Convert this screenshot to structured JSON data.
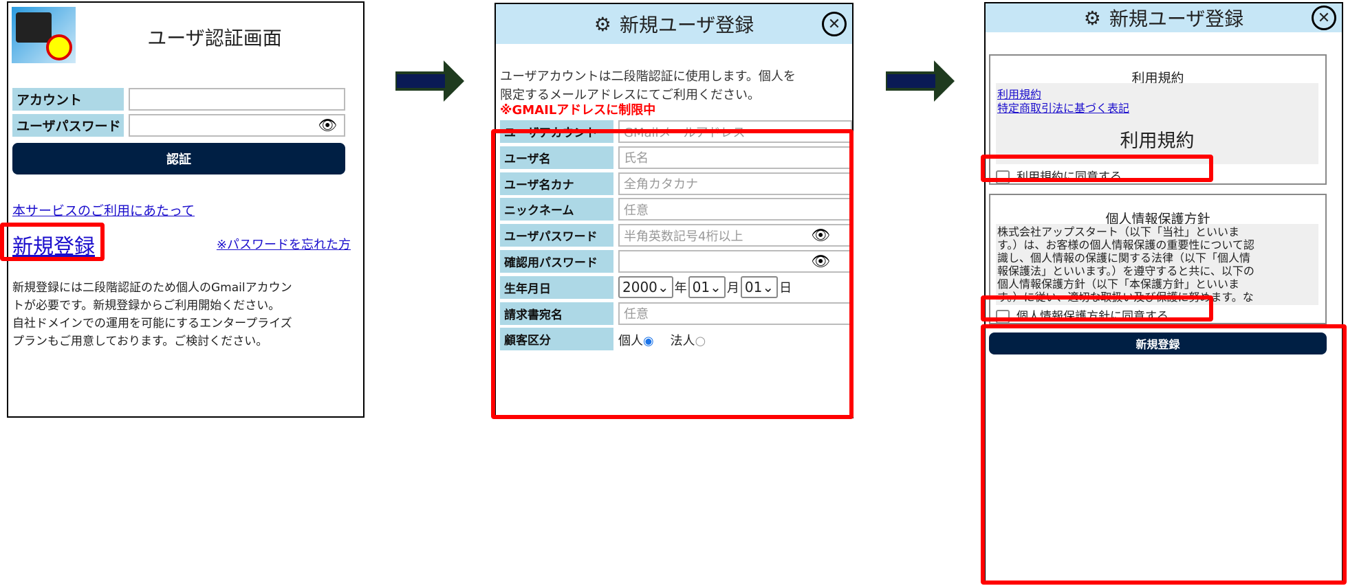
{
  "login": {
    "title": "ユーザ認証画面",
    "account_label": "アカウント",
    "password_label": "ユーザパスワード",
    "auth_button": "認証",
    "about_link": "本サービスのご利用にあたって",
    "register_link": "新規登録",
    "forgot_link": "※パスワードを忘れた方",
    "notice": [
      "新規登録には二段階認証のため個人のGmailアカウン",
      "トが必要です。新規登録からご利用開始ください。",
      "自社ドメインでの運用を可能にするエンタープライズ",
      "プランもご用意しております。ご検討ください。"
    ]
  },
  "register": {
    "title": "新規ユーザ登録",
    "intro": [
      "ユーザアカウントは二段階認証に使用します。個人を",
      "限定するメールアドレスにてご利用ください。"
    ],
    "warning": "※GMAILアドレスに制限中",
    "fields": [
      {
        "label": "ユーザアカウント",
        "placeholder": "GMailメールアドレス"
      },
      {
        "label": "ユーザ名",
        "placeholder": "氏名"
      },
      {
        "label": "ユーザ名カナ",
        "placeholder": "全角カタカナ"
      },
      {
        "label": "ニックネーム",
        "placeholder": "任意"
      },
      {
        "label": "ユーザパスワード",
        "placeholder": "半角英数記号4桁以上"
      },
      {
        "label": "確認用パスワード",
        "placeholder": ""
      }
    ],
    "birth": {
      "label": "生年月日",
      "year": "2000",
      "year_unit": "年",
      "month": "01",
      "month_unit": "月",
      "day": "01",
      "day_unit": "日"
    },
    "billing": {
      "label": "請求書宛名",
      "placeholder": "任意"
    },
    "customer": {
      "label": "顧客区分",
      "individual": "個人",
      "corporate": "法人",
      "selected": "個人"
    }
  },
  "agreement": {
    "title": "新規ユーザ登録",
    "terms": {
      "heading": "利用規約",
      "links": [
        "利用規約",
        "特定商取引法に基づく表記"
      ],
      "content_title": "利用規約",
      "checkbox": "利用規約に同意する",
      "checked": false
    },
    "privacy": {
      "heading": "個人情報保護方針",
      "text": [
        "株式会社アップスタート（以下「当社」といいま",
        "す。）は、お客様の個人情報保護の重要性について認",
        "識し、個人情報の保護に関する法律（以下「個人情",
        "報保護法」といいます。）を遵守すると共に、以下の",
        "個人情報保護方針（以下「本保護方針」といいま",
        "す。）に従い、適切な取扱い及び保護に努めます。な"
      ],
      "checkbox": "個人情報保護方針に同意する",
      "checked": false
    },
    "register_button": "新規登録"
  },
  "colors": {
    "label_bg": "#add8e6",
    "button": "#001f44",
    "header": "#c6e6f6",
    "highlight": "#ff0000",
    "arrow": "#1f3b1f"
  }
}
